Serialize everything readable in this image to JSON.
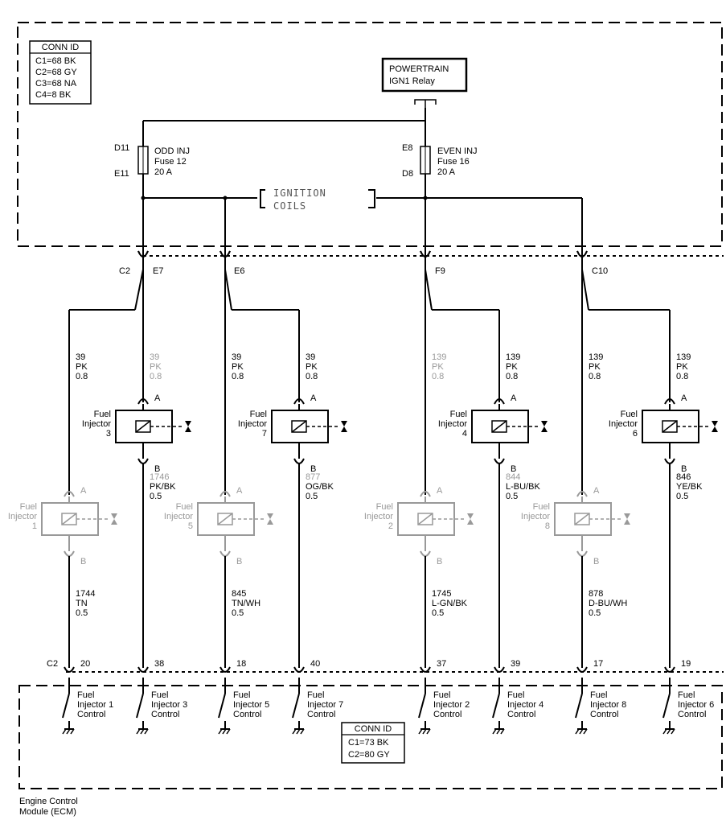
{
  "conn_top": {
    "title": "CONN ID",
    "lines": [
      "C1=68 BK",
      "C2=68 GY",
      "C3=68 NA",
      "C4=8 BK"
    ]
  },
  "powertrain": {
    "line1": "POWERTRAIN",
    "line2": "IGN1 Relay"
  },
  "fuse_odd": {
    "top_pin": "D11",
    "bottom_pin": "E11",
    "name": "ODD INJ",
    "fuse": "Fuse 12",
    "rating": "20 A"
  },
  "fuse_even": {
    "top_pin": "E8",
    "bottom_pin": "D8",
    "name": "EVEN INJ",
    "fuse": "Fuse 16",
    "rating": "20 A"
  },
  "ignition": {
    "line1": "IGNITION",
    "line2": "COILS"
  },
  "top_connector": {
    "c2": "C2",
    "c10": "C10",
    "e7": "E7",
    "e6": "E6",
    "f9": "F9"
  },
  "injectors": [
    {
      "num": "1",
      "upper_wire": [
        "39",
        "PK",
        "0.8"
      ],
      "lower_wire": [
        "1744",
        "TN",
        "0.5"
      ],
      "ecm_pin": "20",
      "ecm_label": [
        "Fuel",
        "Injector 1",
        "Control"
      ]
    },
    {
      "num": "3",
      "upper_wire": [
        "39",
        "PK",
        "0.8"
      ],
      "lower_wire": [
        "1746",
        "PK/BK",
        "0.5"
      ],
      "ecm_pin": "38",
      "ecm_label": [
        "Fuel",
        "Injector 3",
        "Control"
      ]
    },
    {
      "num": "5",
      "upper_wire": [
        "39",
        "PK",
        "0.8"
      ],
      "lower_wire": [
        "845",
        "TN/WH",
        "0.5"
      ],
      "ecm_pin": "18",
      "ecm_label": [
        "Fuel",
        "Injector 5",
        "Control"
      ]
    },
    {
      "num": "7",
      "upper_wire": [
        "39",
        "PK",
        "0.8"
      ],
      "lower_wire": [
        "877",
        "OG/BK",
        "0.5"
      ],
      "ecm_pin": "40",
      "ecm_label": [
        "Fuel",
        "Injector 7",
        "Control"
      ]
    },
    {
      "num": "2",
      "upper_wire": [
        "139",
        "PK",
        "0.8"
      ],
      "lower_wire": [
        "1745",
        "L-GN/BK",
        "0.5"
      ],
      "ecm_pin": "37",
      "ecm_label": [
        "Fuel",
        "Injector 2",
        "Control"
      ]
    },
    {
      "num": "4",
      "upper_wire": [
        "139",
        "PK",
        "0.8"
      ],
      "lower_wire": [
        "844",
        "L-BU/BK",
        "0.5"
      ],
      "ecm_pin": "39",
      "ecm_label": [
        "Fuel",
        "Injector 4",
        "Control"
      ]
    },
    {
      "num": "8",
      "upper_wire": [
        "139",
        "PK",
        "0.8"
      ],
      "lower_wire": [
        "878",
        "D-BU/WH",
        "0.5"
      ],
      "ecm_pin": "17",
      "ecm_label": [
        "Fuel",
        "Injector 8",
        "Control"
      ]
    },
    {
      "num": "6",
      "upper_wire": [
        "139",
        "PK",
        "0.8"
      ],
      "lower_wire": [
        "846",
        "YE/BK",
        "0.5"
      ],
      "ecm_pin": "19",
      "ecm_label": [
        "Fuel",
        "Injector 6",
        "Control"
      ]
    }
  ],
  "injector_text": {
    "fuel": "Fuel",
    "injector": "Injector",
    "pin_a": "A",
    "pin_b": "B"
  },
  "ecm_connector": "C2",
  "conn_bottom": {
    "title": "CONN ID",
    "lines": [
      "C1=73 BK",
      "C2=80 GY"
    ]
  },
  "ecm_name": {
    "line1": "Engine Control",
    "line2": "Module (ECM)"
  }
}
